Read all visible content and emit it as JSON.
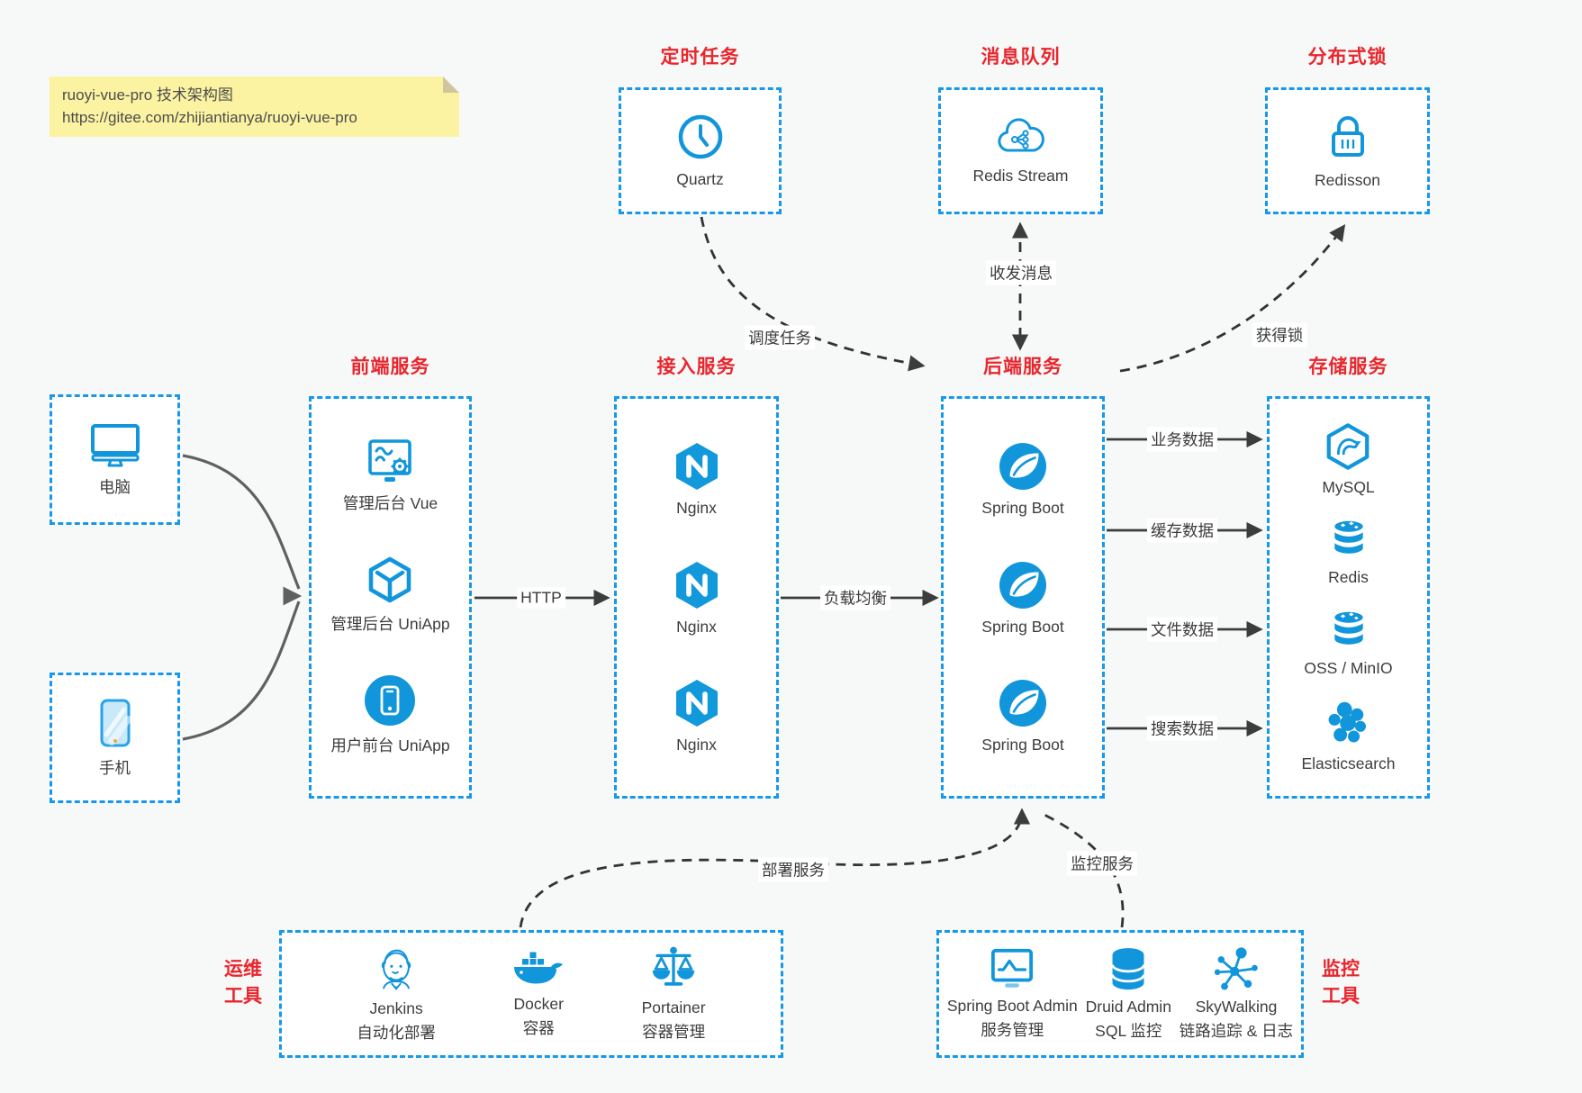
{
  "note": {
    "line1": "ruoyi-vue-pro 技术架构图",
    "line2": "https://gitee.com/zhijiantianya/ruoyi-vue-pro"
  },
  "top_sections": [
    {
      "title": "定时任务",
      "label": "Quartz"
    },
    {
      "title": "消息队列",
      "label": "Redis Stream"
    },
    {
      "title": "分布式锁",
      "label": "Redisson"
    }
  ],
  "clients": [
    {
      "label": "电脑"
    },
    {
      "label": "手机"
    }
  ],
  "columns": [
    {
      "title": "前端服务",
      "items": [
        {
          "label": "管理后台 Vue"
        },
        {
          "label": "管理后台 UniApp"
        },
        {
          "label": "用户前台 UniApp"
        }
      ]
    },
    {
      "title": "接入服务",
      "items": [
        {
          "label": "Nginx"
        },
        {
          "label": "Nginx"
        },
        {
          "label": "Nginx"
        }
      ]
    },
    {
      "title": "后端服务",
      "items": [
        {
          "label": "Spring Boot"
        },
        {
          "label": "Spring Boot"
        },
        {
          "label": "Spring Boot"
        }
      ]
    },
    {
      "title": "存储服务",
      "items": [
        {
          "label": "MySQL"
        },
        {
          "label": "Redis"
        },
        {
          "label": "OSS / MinIO"
        },
        {
          "label": "Elasticsearch"
        }
      ]
    }
  ],
  "ops_tools": {
    "title_line1": "运维",
    "title_line2": "工具",
    "items": [
      {
        "name": "Jenkins",
        "desc": "自动化部署"
      },
      {
        "name": "Docker",
        "desc": "容器"
      },
      {
        "name": "Portainer",
        "desc": "容器管理"
      }
    ]
  },
  "monitor_tools": {
    "title_line1": "监控",
    "title_line2": "工具",
    "items": [
      {
        "name": "Spring Boot Admin",
        "desc": "服务管理"
      },
      {
        "name": "Druid Admin",
        "desc": "SQL 监控"
      },
      {
        "name": "SkyWalking",
        "desc": "链路追踪 & 日志"
      }
    ]
  },
  "edges": {
    "http": "HTTP",
    "load_balance": "负载均衡",
    "business_data": "业务数据",
    "cache_data": "缓存数据",
    "file_data": "文件数据",
    "search_data": "搜索数据",
    "schedule_task": "调度任务",
    "send_receive_message": "收发消息",
    "acquire_lock": "获得锁",
    "deploy_service": "部署服务",
    "monitor_service": "监控服务"
  },
  "colors": {
    "accent_blue": "#1296db",
    "border_blue": "#1699ea",
    "title_red": "#e8262d",
    "arrow_dark": "#3c3c3c",
    "note_bg": "#fcf3a2"
  }
}
